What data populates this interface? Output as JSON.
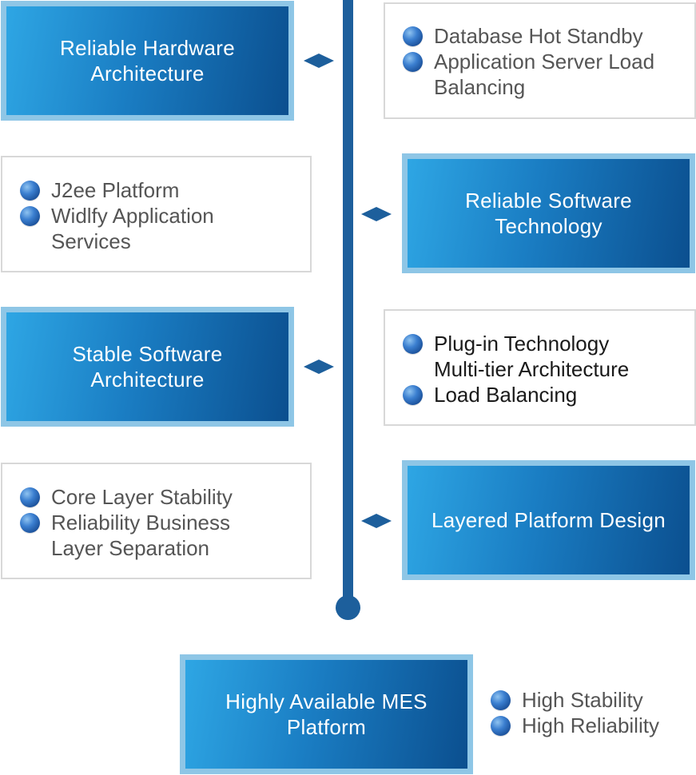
{
  "colors": {
    "timeline": "#1d5f9c",
    "box_gradient_start": "#2ea6e4",
    "box_gradient_end": "#0b4f8f",
    "box_frame": "#8ec6e6",
    "info_border": "#d8d8d8",
    "text_grey": "#555555"
  },
  "features": {
    "hardware": "Reliable Hardware Architecture",
    "software_tech": "Reliable Software Technology",
    "stable_arch": "Stable Software Architecture",
    "layered": "Layered Platform Design",
    "mes": "Highly Available MES Platform"
  },
  "details": {
    "hardware": [
      "Database Hot Standby",
      "Application Server Load Balancing"
    ],
    "software_tech": [
      "J2ee Platform",
      "Widlfy Application Services"
    ],
    "stable_arch": [
      "Plug-in Technology",
      "Multi-tier Architecture",
      "Load Balancing"
    ],
    "layered": [
      "Core Layer Stability",
      "Reliability Business Layer Separation"
    ],
    "mes": [
      "High Stability",
      "High Reliability"
    ]
  }
}
